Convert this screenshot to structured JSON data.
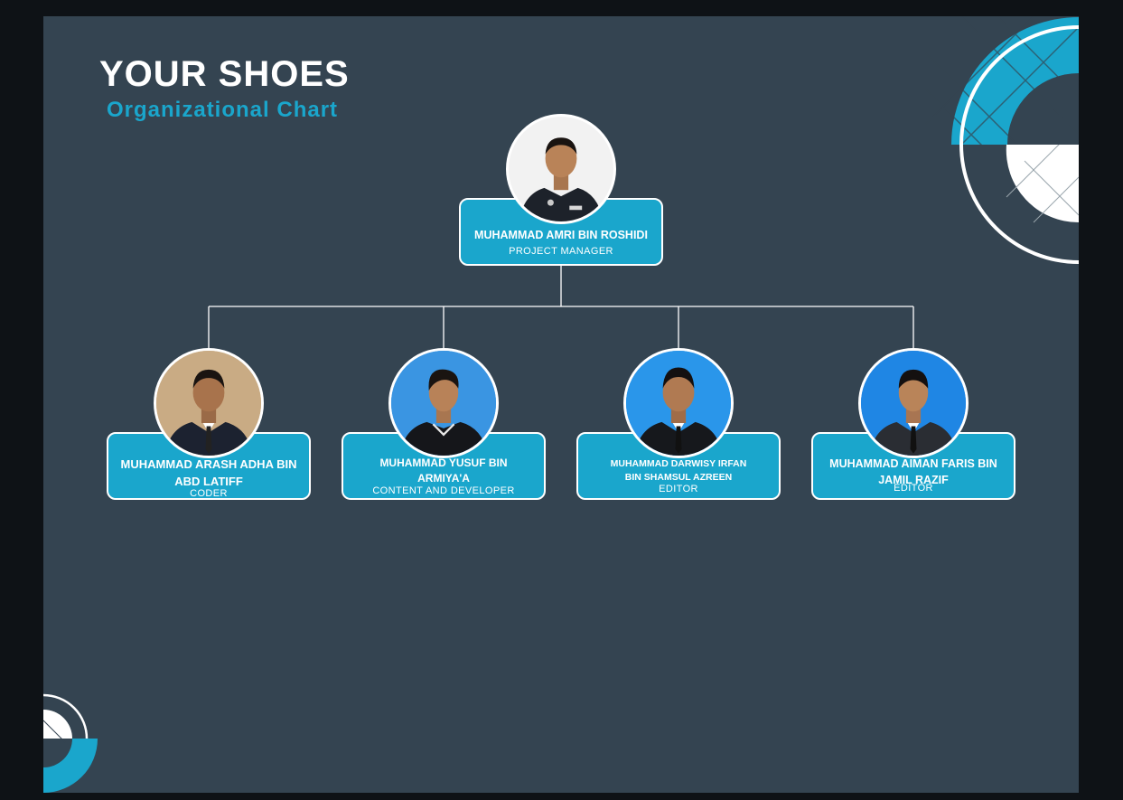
{
  "header": {
    "title": "YOUR SHOES",
    "subtitle": "Organizational Chart"
  },
  "colors": {
    "slide_background": "#344451",
    "outer_background": "#0e1216",
    "accent": "#1aa6cc",
    "text": "#ffffff"
  },
  "manager": {
    "name": "MUHAMMAD AMRI BIN ROSHIDI",
    "role": "PROJECT MANAGER",
    "photo_background": "#ffffff",
    "photo_icon": "person-photo-uniform"
  },
  "team": [
    {
      "name": "MUHAMMAD ARASH ADHA BIN ABD LATIFF",
      "role": "CODER",
      "photo_background": "#c8aa82",
      "photo_icon": "person-photo-suit"
    },
    {
      "name": "MUHAMMAD YUSUF BIN ARMIYA'A",
      "role": "CONTENT AND DEVELOPER",
      "photo_background": "#2f8fe0",
      "photo_icon": "person-photo-shirt"
    },
    {
      "name": "MUHAMMAD DARWISY IRFAN BIN SHAMSUL AZREEN",
      "role": "EDITOR",
      "photo_background": "#1e8ee8",
      "photo_icon": "person-photo-suit"
    },
    {
      "name": "MUHAMMAD AIMAN FARIS BIN JAMIL RAZIF",
      "role": "EDITOR",
      "photo_background": "#1a7fe0",
      "photo_icon": "person-photo-suit"
    }
  ]
}
